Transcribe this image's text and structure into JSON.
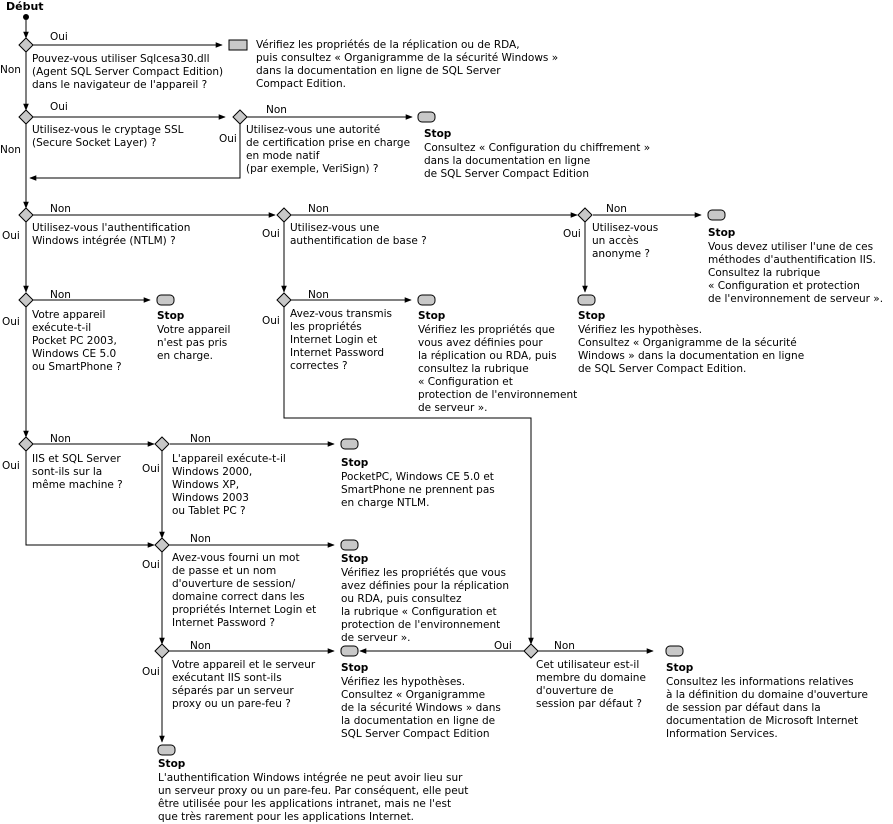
{
  "start": "Début",
  "yes": "Oui",
  "no": "Non",
  "stop": "Stop",
  "decisions": {
    "d1": "Pouvez-vous utiliser Sqlcesa30.dll\n(Agent SQL Server Compact Edition)\ndans le navigateur de l'appareil ?",
    "d2": "Utilisez-vous le cryptage SSL\n(Secure Socket Layer) ?",
    "d3": "Utilisez-vous une autorité\nde certification prise en charge\nen mode natif\n(par exemple, VeriSign) ?",
    "d4": "Utilisez-vous l'authentification\nWindows intégrée (NTLM) ?",
    "d5": "Utilisez-vous une\nauthentification de base ?",
    "d6": "Utilisez-vous\nun accès\nanonyme ?",
    "d7": "Votre appareil\nexécute-t-il\nPocket PC 2003,\nWindows CE 5.0\nou SmartPhone ?",
    "d8": "Avez-vous transmis\nles propriétés\nInternet Login et\nInternet Password\ncorrectes ?",
    "d9": "IIS et SQL Server\nsont-ils sur la\nmême machine ?",
    "d10": "L'appareil exécute-t-il\nWindows 2000,\nWindows XP,\nWindows 2003\nou Tablet PC ?",
    "d11": "Avez-vous fourni un mot\nde passe et un nom\nd'ouverture de session/\ndomaine correct dans les\npropriétés Internet Login et\nInternet Password ?",
    "d12": "Votre appareil et le serveur\nexécutant IIS sont-ils\nséparés par un serveur\nproxy ou un pare-feu ?",
    "d13": "Cet utilisateur est-il\nmembre du domaine\nd'ouverture de\nsession par défaut ?"
  },
  "outcomes": {
    "o1": "Vérifiez les propriétés de la réplication ou de RDA,\npuis consultez « Organigramme de la sécurité Windows »\ndans la documentation en ligne de SQL Server\nCompact Edition.",
    "o2": "Consultez « Configuration du chiffrement »\ndans la documentation en ligne\nde SQL Server Compact Edition",
    "o3": "Vous devez utiliser l'une de ces\nméthodes d'authentification IIS.\nConsultez la rubrique\n« Configuration et protection\nde l'environnement de serveur ».",
    "o4": "Votre appareil\nn'est pas pris\nen charge.",
    "o5": "Vérifiez les propriétés que\nvous avez définies pour\nla réplication ou RDA, puis\nconsultez la rubrique\n« Configuration et\nprotection de l'environnement\nde serveur ».",
    "o6": "Vérifiez les hypothèses.\nConsultez « Organigramme de la sécurité\nWindows » dans la documentation en ligne\nde SQL Server Compact Edition.",
    "o7": "PocketPC, Windows CE 5.0 et\nSmartPhone ne prennent pas\nen charge NTLM.",
    "o8": "Vérifiez les propriétés que vous\navez définies pour la réplication\nou RDA, puis consultez\nla rubrique « Configuration et\nprotection de l'environnement\nde serveur ».",
    "o9": "Vérifiez les hypothèses.\nConsultez « Organigramme\nde la sécurité Windows » dans\nla documentation en ligne de\nSQL Server Compact Edition",
    "o10": "Consultez les informations relatives\nà la définition du domaine d'ouverture\nde session par défaut dans la\ndocumentation de Microsoft Internet\nInformation Services.",
    "o11": "L'authentification Windows intégrée ne peut avoir lieu sur\nun serveur proxy ou un pare-feu. Par conséquent, elle peut\nêtre utilisée pour les applications intranet, mais ne l'est\nque très rarement pour les applications Internet."
  },
  "colors": {
    "shape_fill": "#c8c8c8",
    "line": "#000000"
  }
}
